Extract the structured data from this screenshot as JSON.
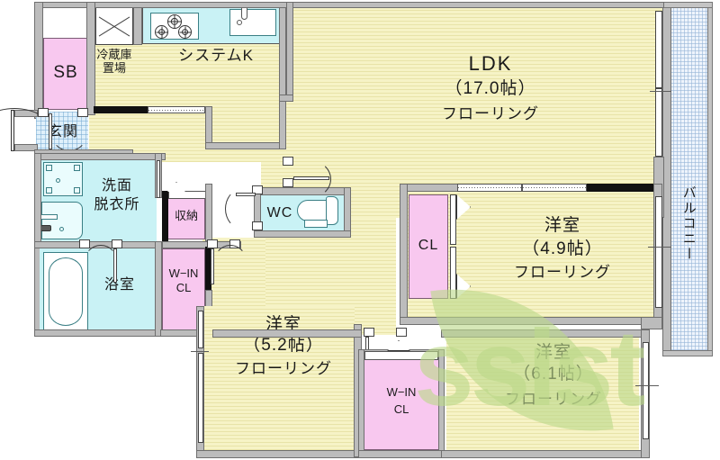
{
  "plan": {
    "title": "間取り図",
    "watermark": "ssist"
  },
  "rooms": {
    "ldk": {
      "name": "LDK",
      "area": "（17.0帖）",
      "finish": "フローリング"
    },
    "washitsu_49": {
      "name": "洋室",
      "area": "（4.9帖）",
      "finish": "フローリング"
    },
    "washitsu_61": {
      "name": "洋室",
      "area": "（6.1帖）",
      "finish": "フローリング"
    },
    "washitsu_52": {
      "name": "洋室",
      "area": "（5.2帖）",
      "finish": "フローリング"
    },
    "kitchen": {
      "name": "システムK"
    },
    "fridge": {
      "line1": "冷蔵庫",
      "line2": "置場"
    },
    "entrance": {
      "name": "玄関"
    },
    "shoebox": {
      "name": "SB"
    },
    "washroom": {
      "line1": "洗面",
      "line2": "脱衣所"
    },
    "bath": {
      "name": "浴室"
    },
    "wc": {
      "name": "WC"
    },
    "storage": {
      "name": "収納"
    },
    "walkin_cl_1": {
      "line1": "W−IN",
      "line2": "CL"
    },
    "walkin_cl_2": {
      "line1": "W−IN",
      "line2": "CL"
    },
    "closet_cl": {
      "name": "CL"
    },
    "balcony": {
      "name": "バルコニー"
    }
  },
  "colors": {
    "flooring": "#f7f4ca",
    "tile": "#c9f2f5",
    "closet": "#f8c8ef",
    "wall": "#bcbcbc",
    "balcony": "#eef4fc",
    "entrance": "#dff0fb",
    "watermark": "#bcd98a"
  }
}
